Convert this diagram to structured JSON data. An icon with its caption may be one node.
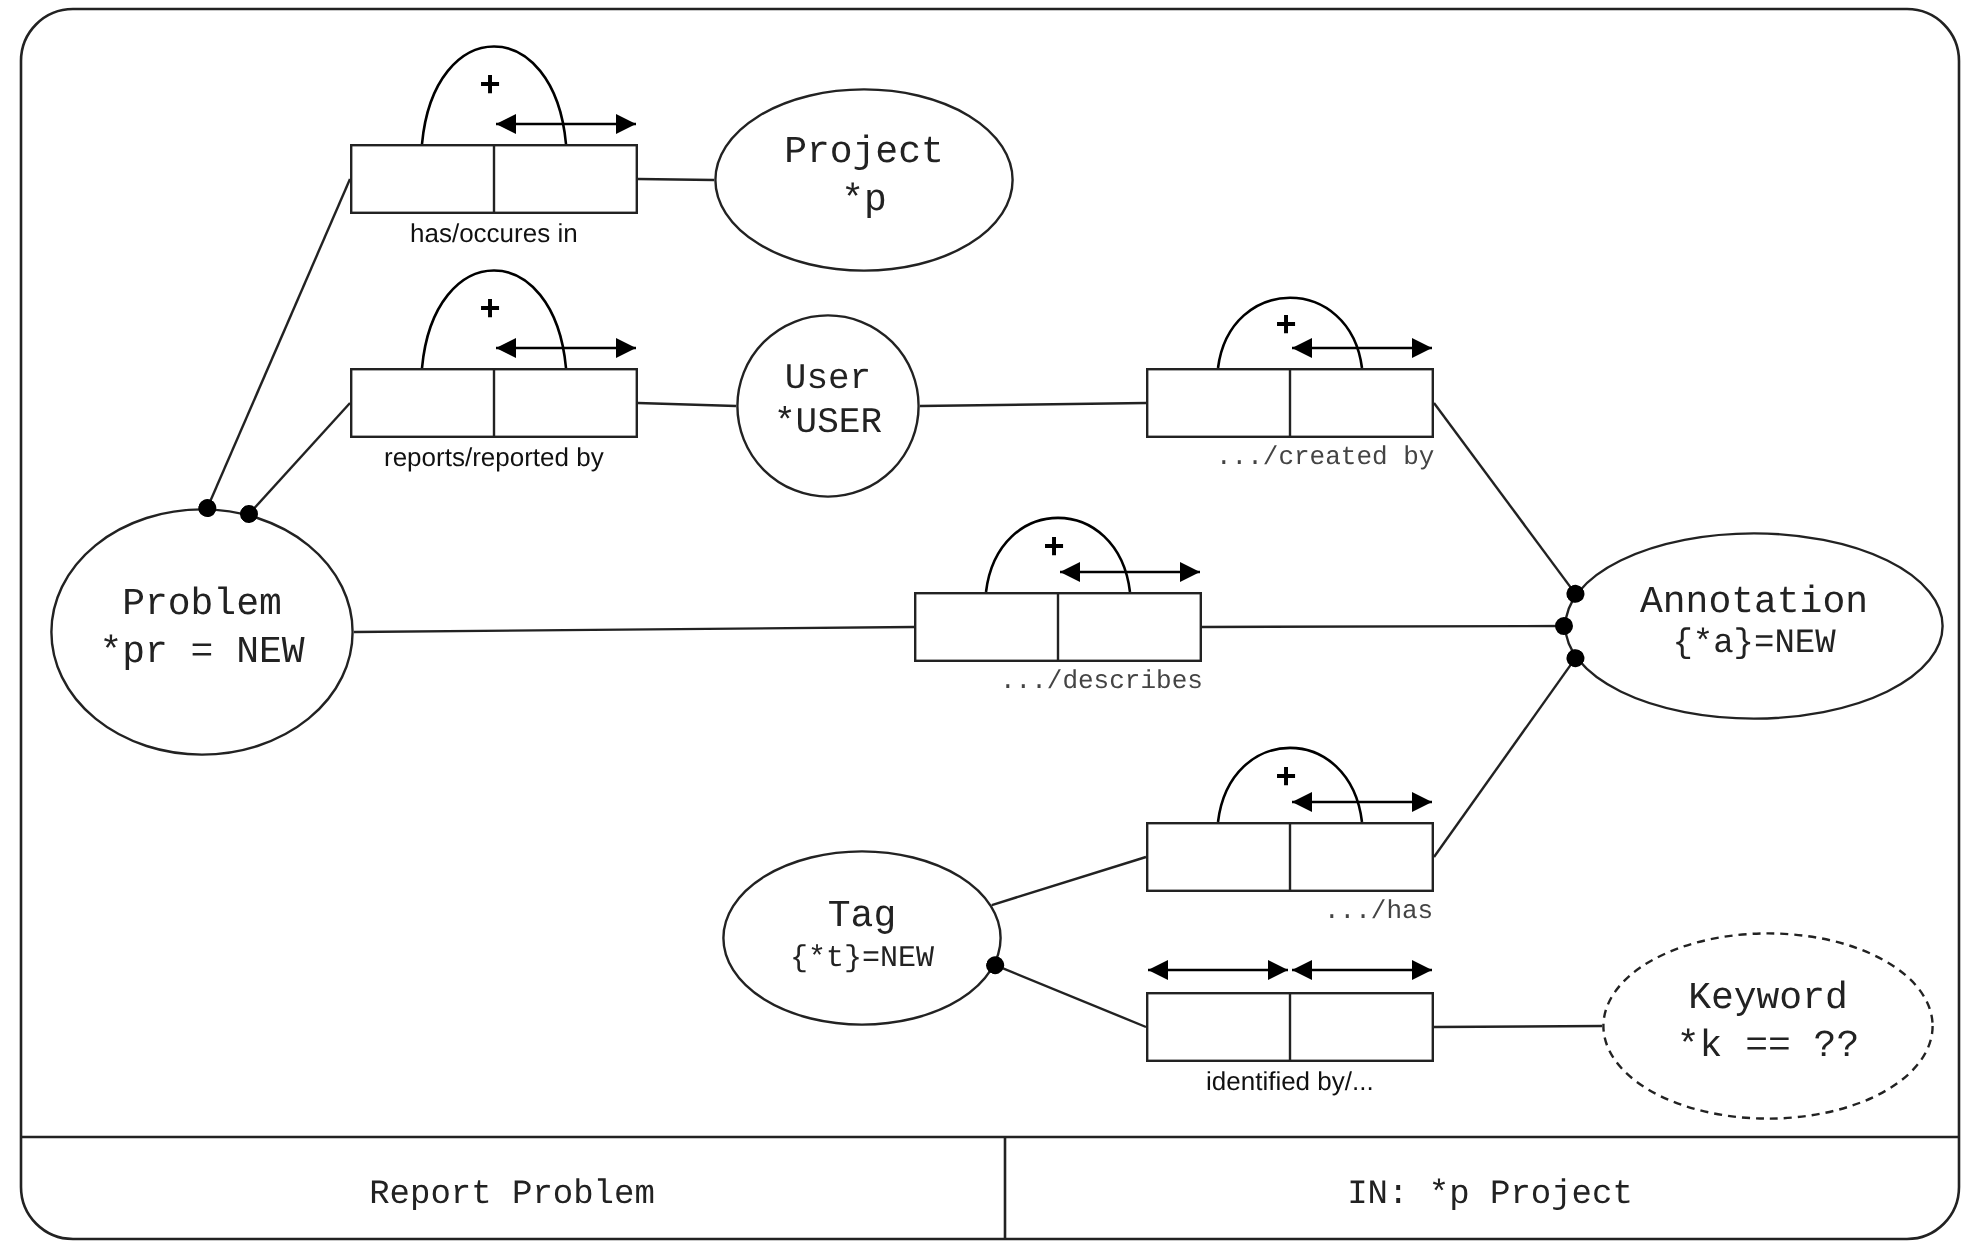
{
  "diagram": {
    "nodes": [
      {
        "text": [],
        "shape": "box",
        "beside": [
          "has/occures in"
        ]
      },
      {
        "text": [
          "Project",
          "*p"
        ]
      },
      {
        "text": [],
        "shape": "box",
        "beside": [
          "reports/reported by"
        ]
      },
      {
        "text": [
          "User",
          "*USER"
        ]
      },
      {
        "text": [],
        "shape": "box",
        "beside": [
          ".../created by"
        ]
      },
      {
        "text": [
          "Problem",
          "*pr = NEW"
        ]
      },
      {
        "text": [],
        "shape": "box",
        "beside": [
          ".../describes"
        ]
      },
      {
        "text": [
          "Annotation",
          "{*a}=NEW"
        ]
      },
      {
        "text": [],
        "shape": "box",
        "beside": [
          ".../has"
        ]
      },
      {
        "text": [
          "Tag",
          "{*t}=NEW"
        ]
      },
      {
        "text": [],
        "shape": "box",
        "beside": [
          "identified by/..."
        ]
      },
      {
        "text": [
          "Keyword",
          "*k == ??"
        ]
      }
    ],
    "edges": [
      {
        "from": 0,
        "to": 5,
        "arrow": "other"
      },
      {
        "from": 0,
        "to": 1,
        "arrow": "none"
      },
      {
        "from": 2,
        "to": 5,
        "arrow": "other"
      },
      {
        "from": 2,
        "to": 3,
        "arrow": "none"
      },
      {
        "from": 3,
        "to": 4,
        "arrow": "none"
      },
      {
        "from": 4,
        "to": 7,
        "arrow": "other"
      },
      {
        "from": 5,
        "to": 6,
        "arrow": "none"
      },
      {
        "from": 6,
        "to": 7,
        "arrow": "other"
      },
      {
        "from": 9,
        "to": 8,
        "arrow": "none"
      },
      {
        "from": 8,
        "to": 7,
        "arrow": "other"
      },
      {
        "from": 10,
        "to": 9,
        "arrow": "other"
      },
      {
        "from": 10,
        "to": 11,
        "arrow": "none"
      }
    ],
    "labels": [
      "+",
      "+",
      "+",
      "+",
      "+",
      "Report Problem",
      "IN: *p Project"
    ]
  }
}
